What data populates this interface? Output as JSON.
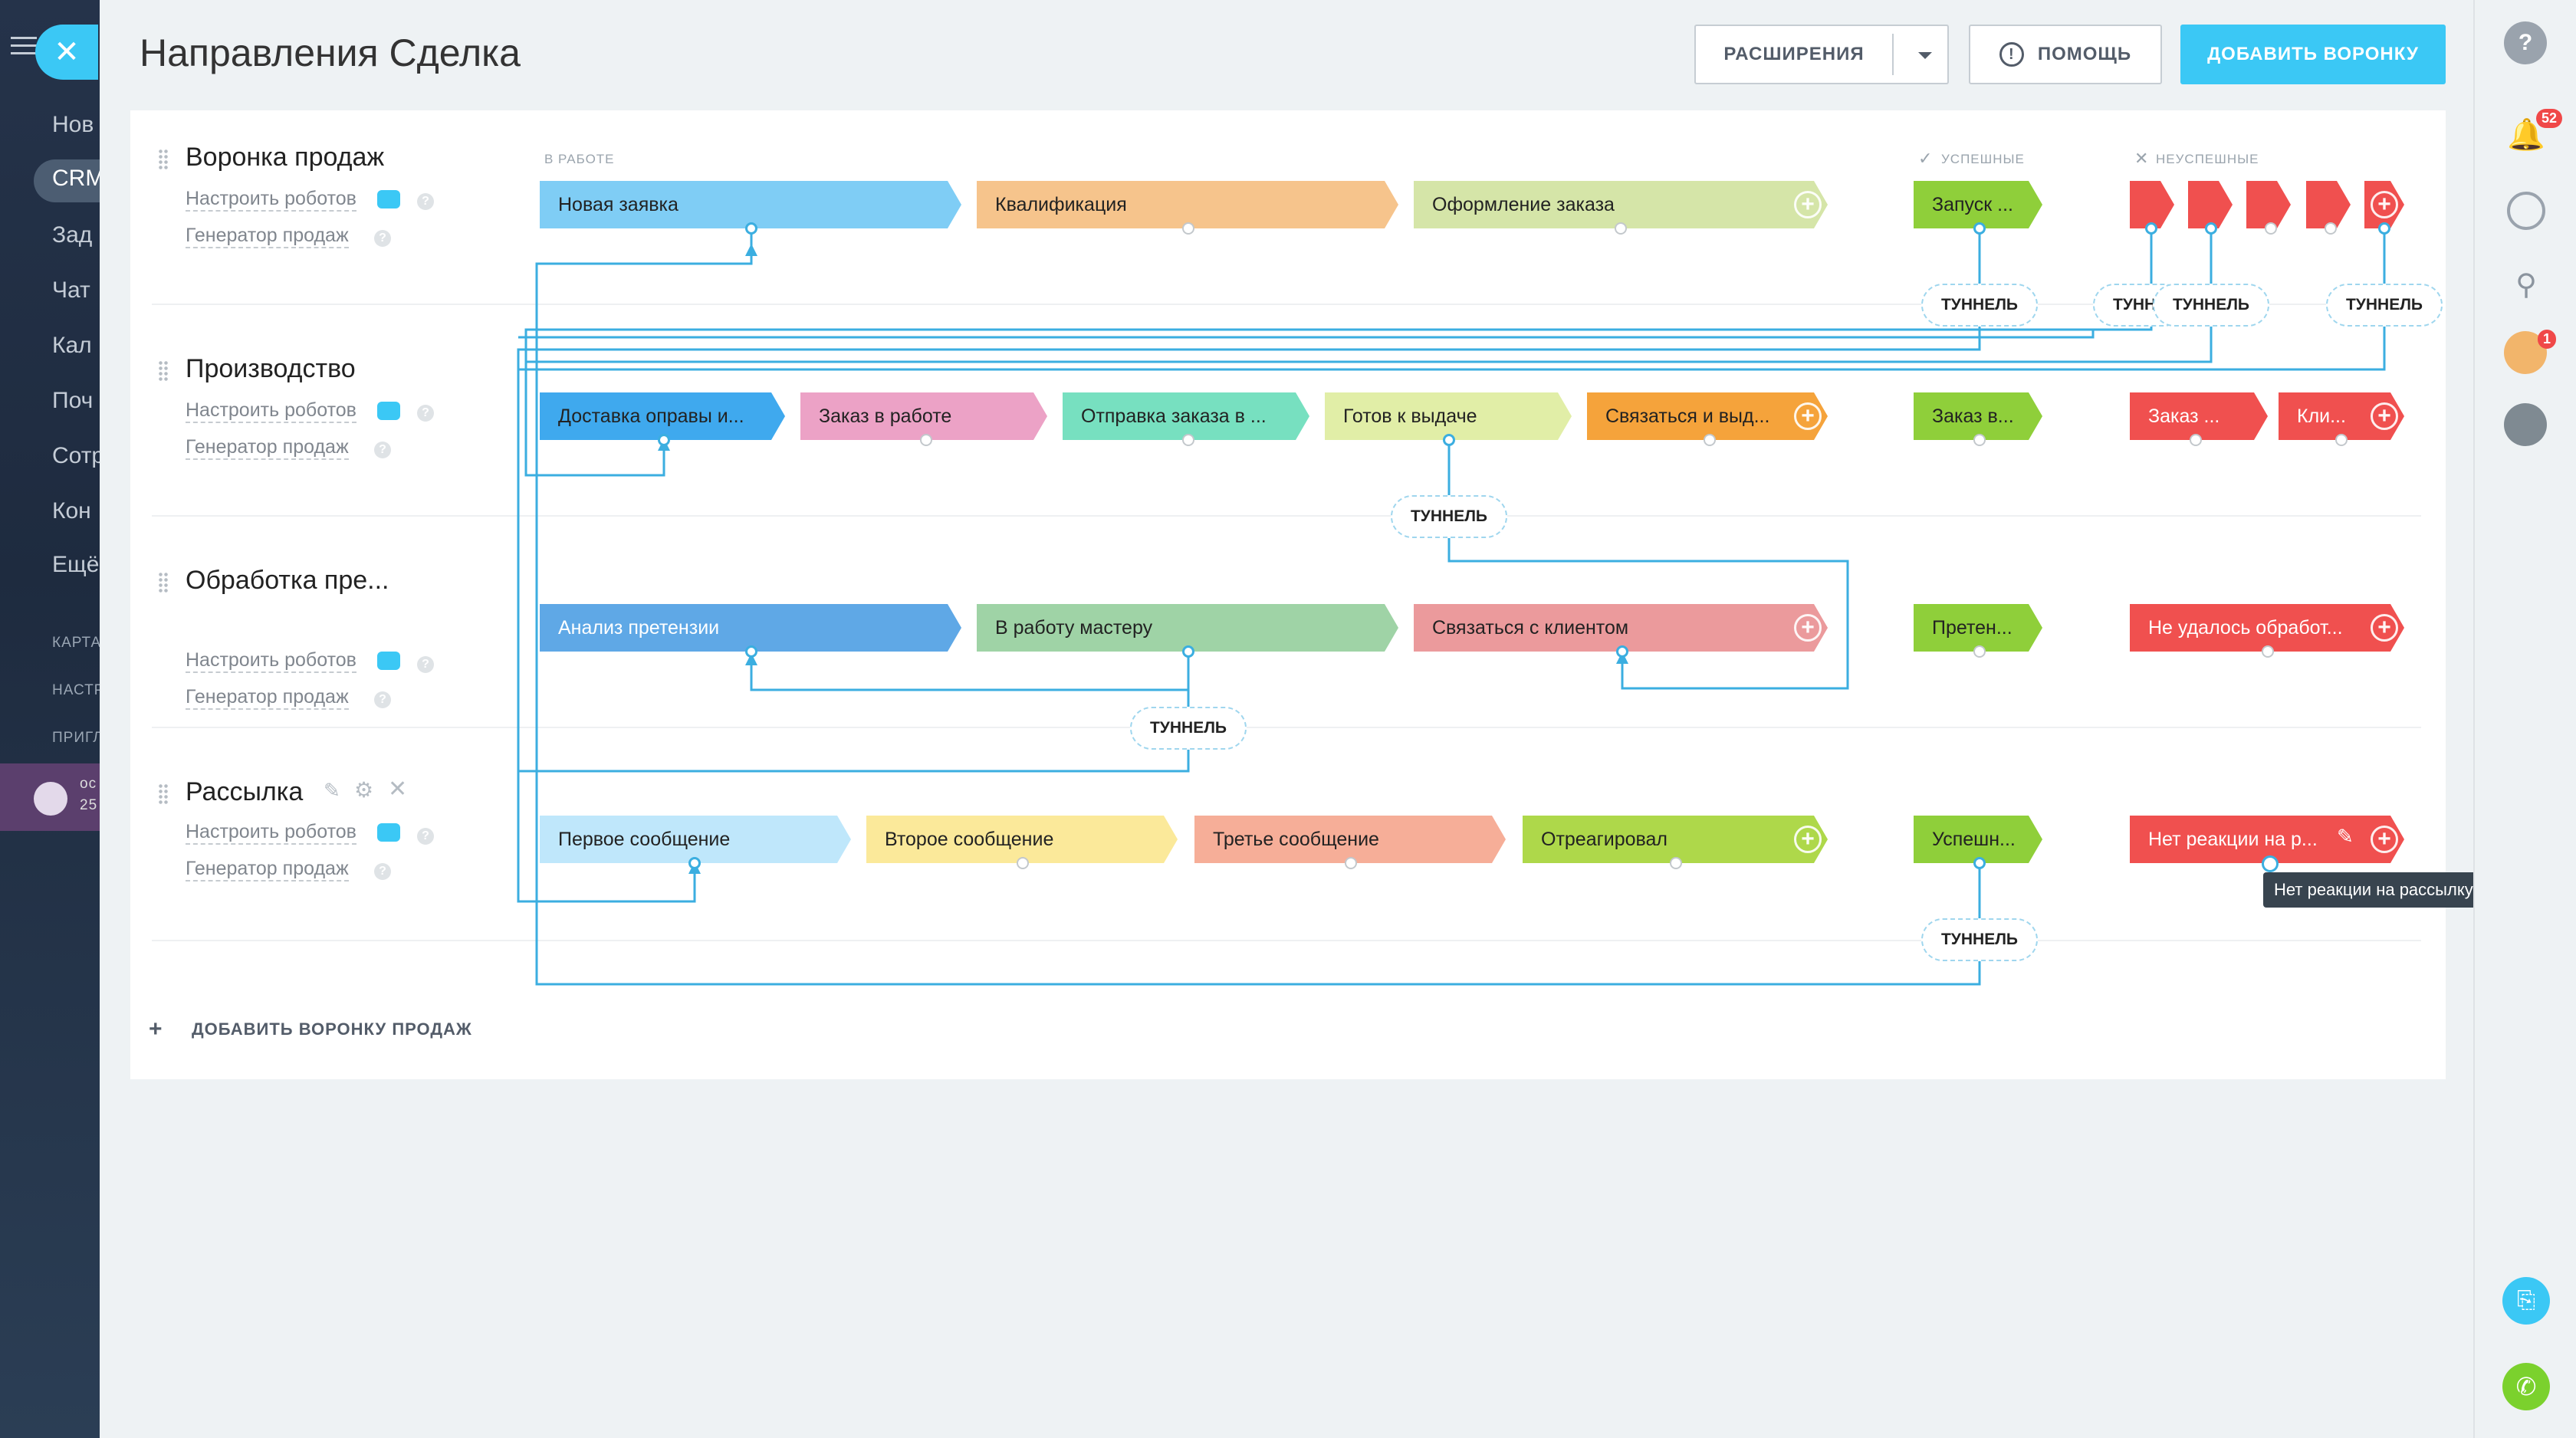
{
  "sidebar": {
    "items": [
      "Нов",
      "CRM",
      "Зад",
      "Чат",
      "Кал",
      "Поч",
      "Сотр",
      "Кон",
      "Ещё"
    ],
    "small_items": [
      "КАРТА",
      "НАСТР",
      "ПРИГЛ"
    ],
    "upgrade": {
      "line1": "ос",
      "line2": "25"
    }
  },
  "header": {
    "title": "Направления Сделка",
    "extensions_label": "РАСШИРЕНИЯ",
    "help_label": "ПОМОЩЬ",
    "add_funnel_label": "ДОБАВИТЬ ВОРОНКУ"
  },
  "columns": {
    "in_work": "В РАБОТЕ",
    "success": "УСПЕШНЫЕ",
    "fail": "НЕУСПЕШНЫЕ"
  },
  "funnels": [
    {
      "name": "Воронка продаж",
      "robots_link": "Настроить роботов",
      "generator_link": "Генератор продаж",
      "stages": [
        "Новая заявка",
        "Квалификация",
        "Оформление заказа"
      ],
      "success": "Запуск ...",
      "fail": []
    },
    {
      "name": "Производство",
      "robots_link": "Настроить роботов",
      "generator_link": "Генератор продаж",
      "stages": [
        "Доставка оправы и...",
        "Заказ в работе",
        "Отправка заказа в ...",
        "Готов к выдаче",
        "Связаться и выд..."
      ],
      "success": "Заказ в...",
      "fail": [
        "Заказ ...",
        "Кли..."
      ]
    },
    {
      "name": "Обработка пре...",
      "robots_link": "Настроить роботов",
      "generator_link": "Генератор продаж",
      "stages": [
        "Анализ претензии",
        "В работу мастеру",
        "Связаться с клиентом"
      ],
      "success": "Претен...",
      "fail": [
        "Не удалось обработ..."
      ]
    },
    {
      "name": "Рассылка",
      "robots_link": "Настроить роботов",
      "generator_link": "Генератор продаж",
      "stages": [
        "Первое сообщение",
        "Второе сообщение",
        "Третье сообщение",
        "Отреагировал"
      ],
      "success": "Успешн...",
      "fail": [
        "Нет реакции на р..."
      ]
    }
  ],
  "tunnel_label": "ТУННЕЛЬ",
  "tunnel_partial_label": "ТУНН",
  "add_funnel_link": "ДОБАВИТЬ ВОРОНКУ ПРОДАЖ",
  "tooltip": "Нет реакции на рассылку",
  "right_sidebar": {
    "notifications_badge": "52",
    "avatar_badge": "1"
  },
  "colors": {
    "accent": "#3bc8f5",
    "connector": "#3baee0",
    "fail_red": "#f0504f"
  }
}
